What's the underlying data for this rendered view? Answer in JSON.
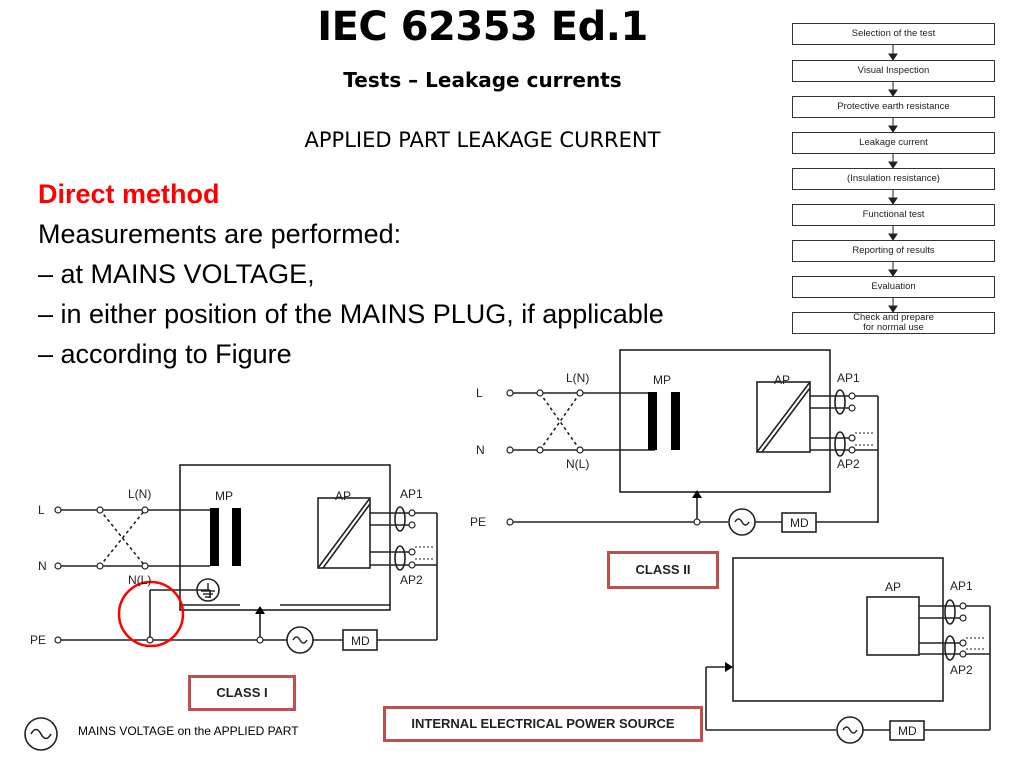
{
  "header": {
    "title": "IEC 62353 Ed.1",
    "subtitle": "Tests – Leakage currents",
    "section": "APPLIED PART LEAKAGE CURRENT"
  },
  "body": {
    "method": "Direct method",
    "line1": "Measurements are performed:",
    "line2": "– at MAINS VOLTAGE,",
    "line3": "– in either position of the MAINS PLUG, if applicable",
    "line4": "– according to Figure"
  },
  "flowchart": {
    "steps": [
      "Selection of the test",
      "Visual Inspection",
      "Protective earth resistance",
      "Leakage current",
      "(Insulation resistance)",
      "Functional test",
      "Reporting of results",
      "Evaluation",
      "Check and prepare",
      "for normal use"
    ]
  },
  "diagram_labels": {
    "L": "L",
    "N": "N",
    "PE": "PE",
    "LN": "L(N)",
    "NL": "N(L)",
    "MP": "MP",
    "AP": "AP",
    "AP1": "AP1",
    "AP2": "AP2",
    "MD": "MD"
  },
  "boxes": {
    "class1": "CLASS I",
    "class2": "CLASS II",
    "internal": "INTERNAL ELECTRICAL POWER SOURCE"
  },
  "legend": {
    "text": "MAINS VOLTAGE on the APPLIED PART"
  },
  "colors": {
    "highlight_red": "#ff0000",
    "box_border": "#c0504d"
  }
}
